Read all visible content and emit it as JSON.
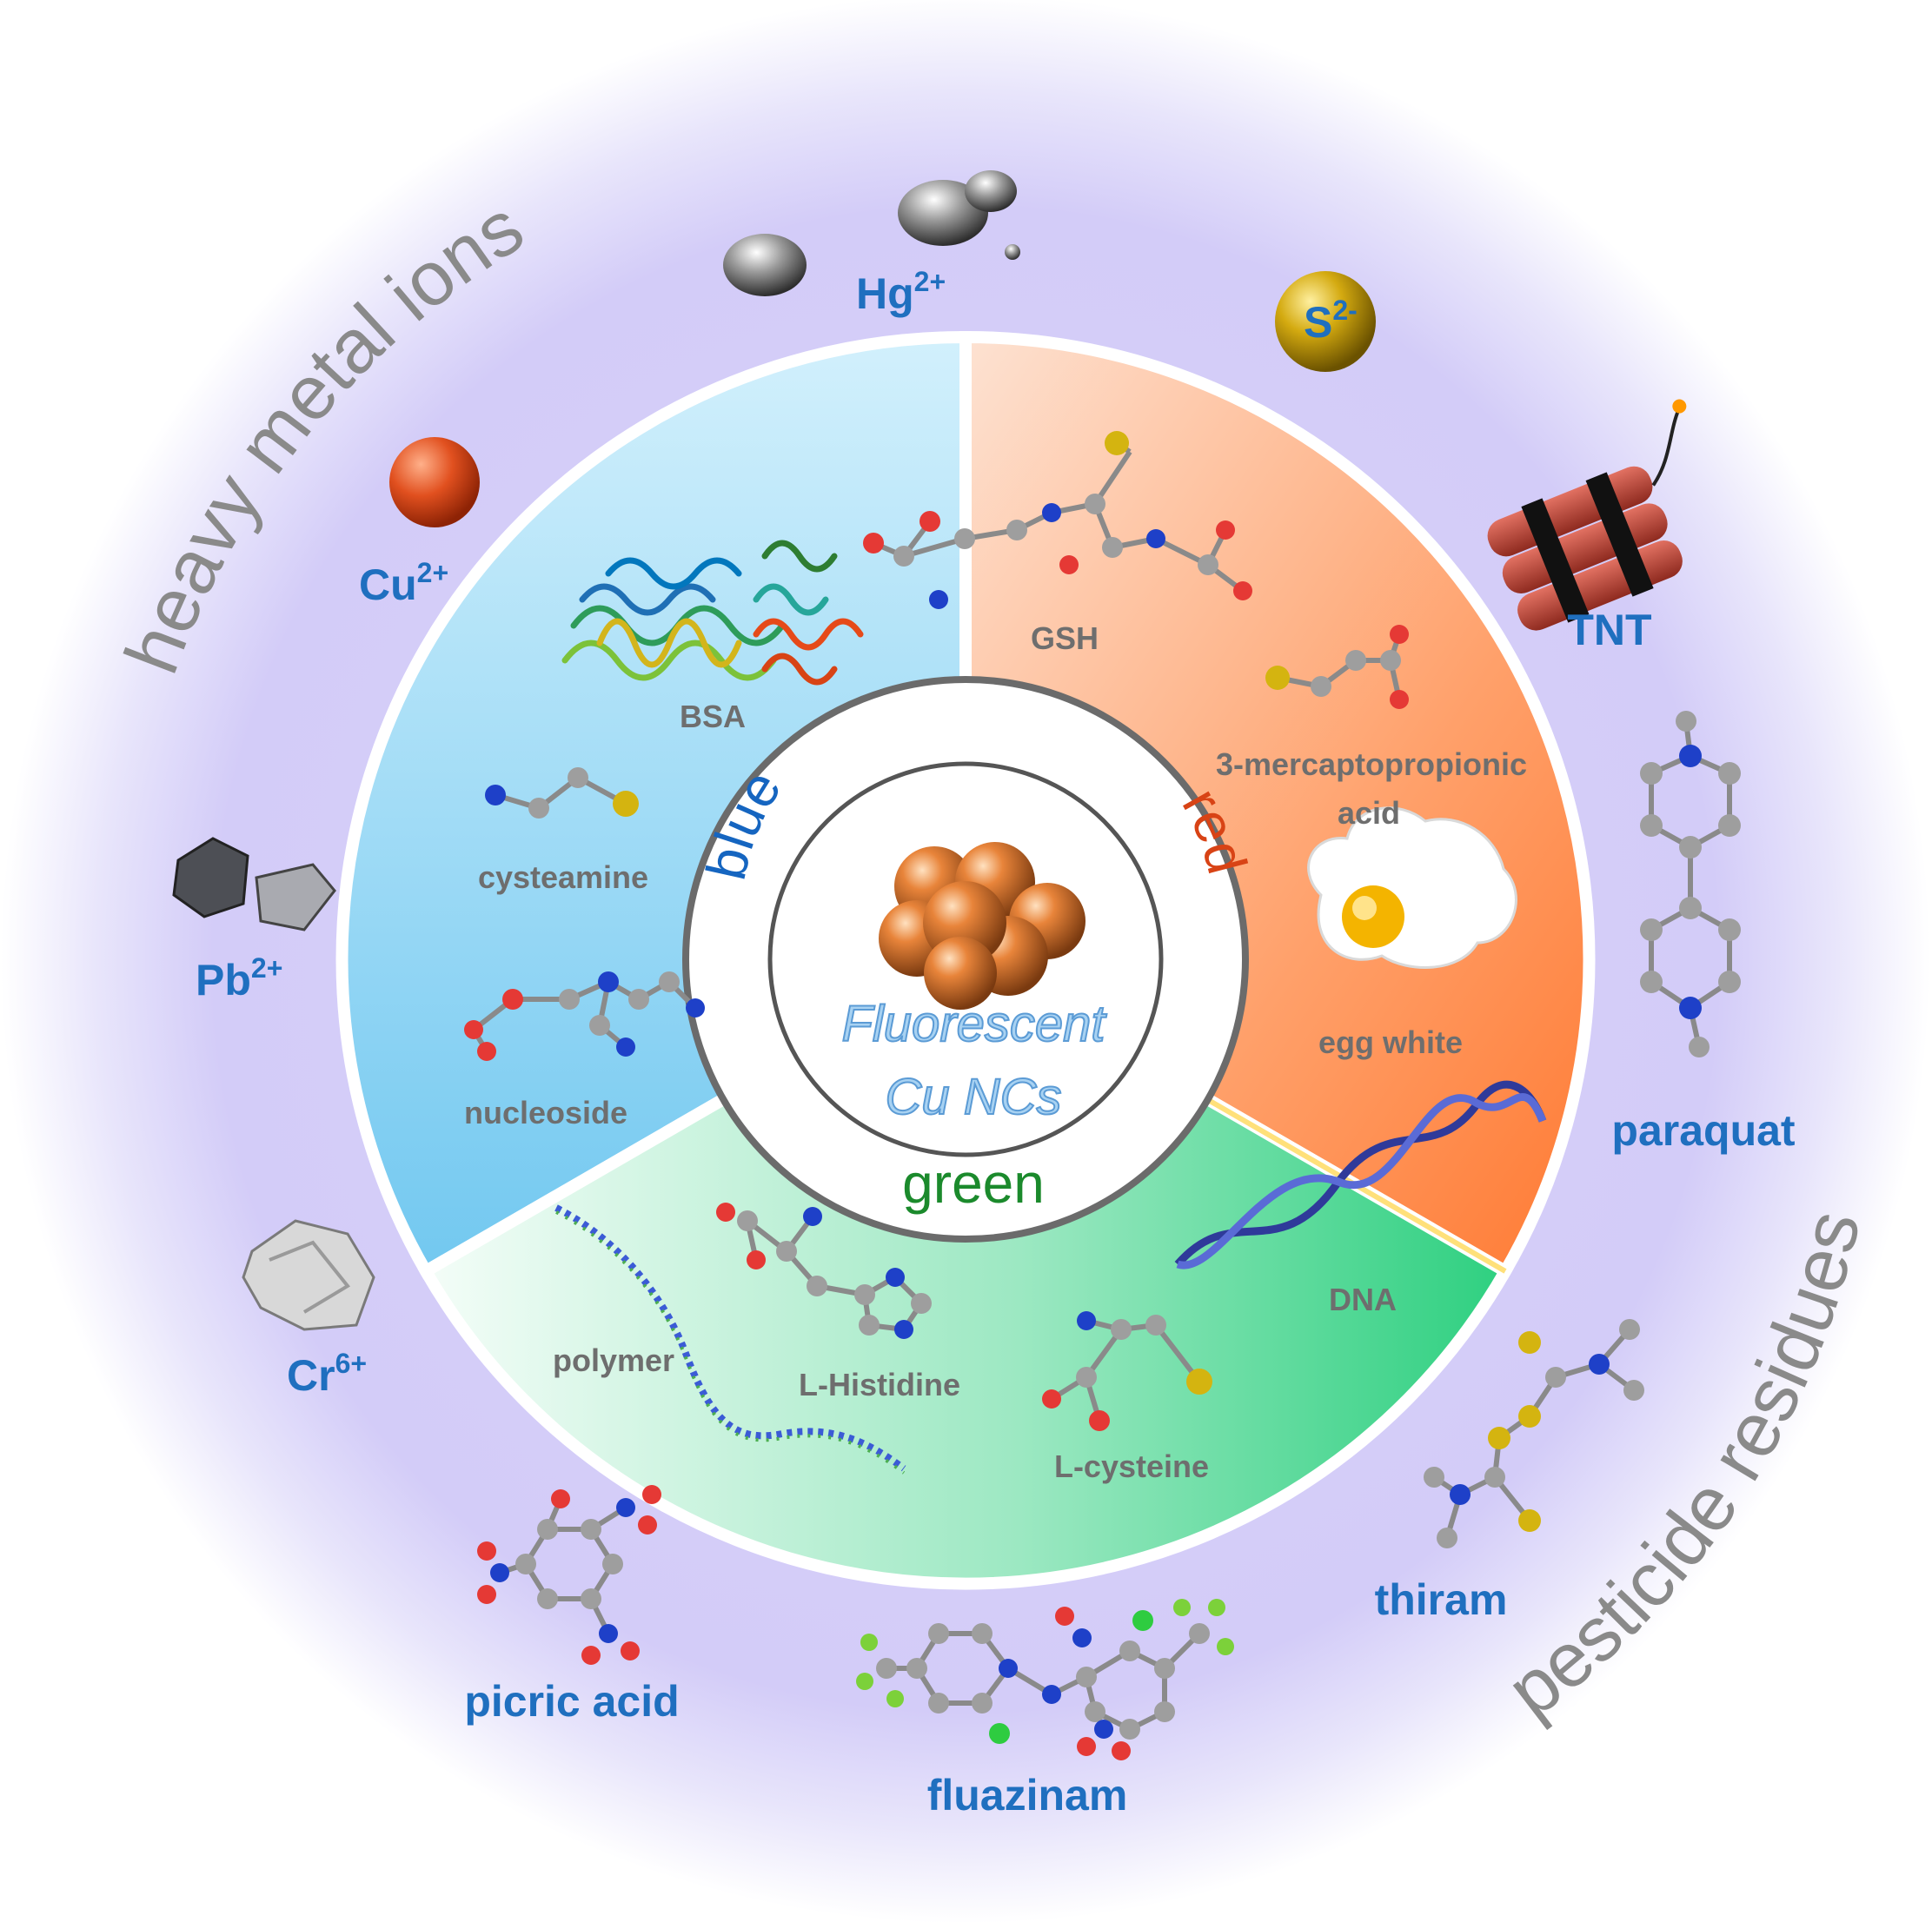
{
  "colors": {
    "blue_sector": "#8fd6f5",
    "red_sector": "#ff8a4f",
    "green_sector": "#43d68e",
    "analyte_text": "#1f6fbf",
    "blue_word": "#1565c0",
    "red_word": "#d84315",
    "green_word": "#1b8a2c",
    "halo": "#cfc9f5"
  },
  "titles": {
    "outer_left": "heavy metal ions",
    "outer_right": "pesticide residues"
  },
  "center": {
    "line1": "Fluorescent",
    "line2": "Cu NCs",
    "blue": "blue",
    "red": "red",
    "green": "green"
  },
  "ligands": {
    "bsa": "BSA",
    "cysteamine": "cysteamine",
    "nucleoside": "nucleoside",
    "gsh": "GSH",
    "mpa_line1": "3-mercaptopropionic",
    "mpa_line2": "acid",
    "egg_white": "egg white",
    "dna": "DNA",
    "polymer": "polymer",
    "histidine": "L-Histidine",
    "cysteine": "L-cysteine"
  },
  "analytes": {
    "hg_base": "Hg",
    "hg_charge": "2+",
    "s_base": "S",
    "s_charge": "2-",
    "cu_base": "Cu",
    "cu_charge": "2+",
    "pb_base": "Pb",
    "pb_charge": "2+",
    "cr_base": "Cr",
    "cr_charge": "6+",
    "tnt": "TNT",
    "paraquat": "paraquat",
    "thiram": "thiram",
    "picric": "picric acid",
    "fluazinam": "fluazinam"
  },
  "icons": [
    "mercury-droplet-icon",
    "sulfur-sphere-icon",
    "copper-sphere-icon",
    "lead-metal-icon",
    "chromium-metal-icon",
    "tnt-dynamite-icon",
    "protein-ribbon-icon",
    "egg-icon",
    "dna-helix-icon",
    "copper-cluster-icon",
    "molecule-ball-stick-icon"
  ]
}
